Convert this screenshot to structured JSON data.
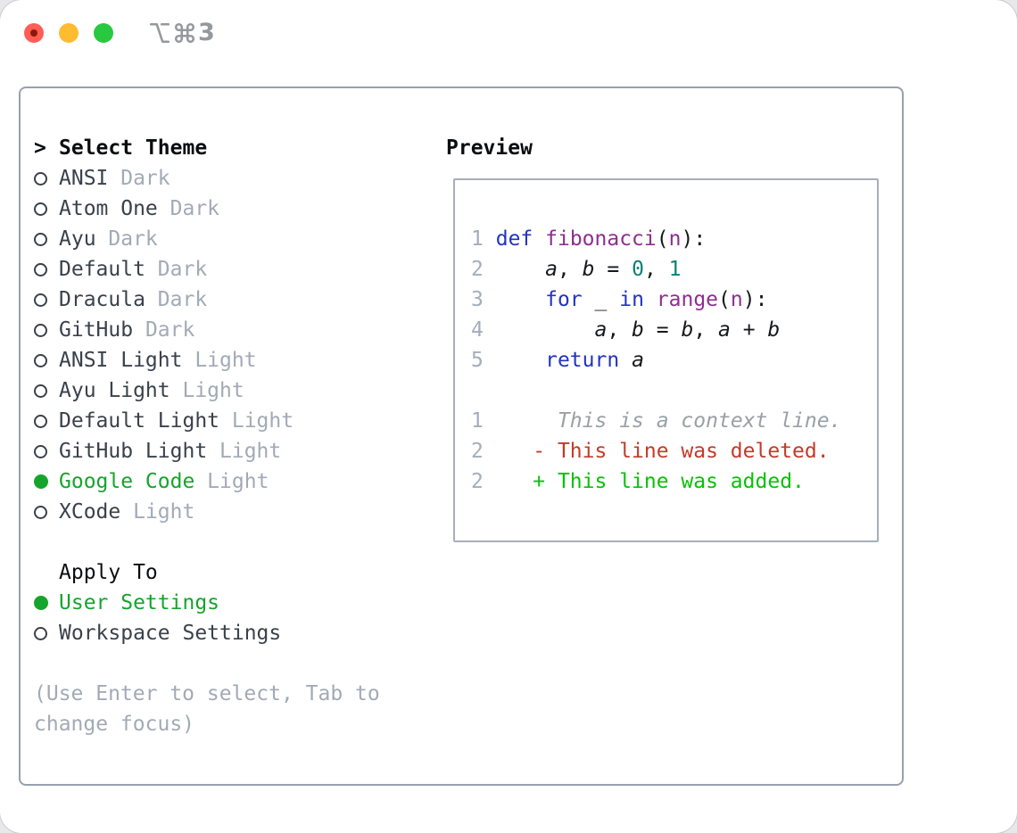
{
  "window": {
    "title_shortcut_digit": "3",
    "title_icons": [
      "option-key-icon",
      "command-key-icon"
    ]
  },
  "theme_selector": {
    "header_prefix": ">",
    "header_label": "Select Theme",
    "themes": [
      {
        "name": "ANSI",
        "variant": "Dark",
        "selected": false
      },
      {
        "name": "Atom One",
        "variant": "Dark",
        "selected": false
      },
      {
        "name": "Ayu",
        "variant": "Dark",
        "selected": false
      },
      {
        "name": "Default",
        "variant": "Dark",
        "selected": false
      },
      {
        "name": "Dracula",
        "variant": "Dark",
        "selected": false
      },
      {
        "name": "GitHub",
        "variant": "Dark",
        "selected": false
      },
      {
        "name": "ANSI Light",
        "variant": "Light",
        "selected": false
      },
      {
        "name": "Ayu Light",
        "variant": "Light",
        "selected": false
      },
      {
        "name": "Default Light",
        "variant": "Light",
        "selected": false
      },
      {
        "name": "GitHub Light",
        "variant": "Light",
        "selected": false
      },
      {
        "name": "Google Code",
        "variant": "Light",
        "selected": true
      },
      {
        "name": "XCode",
        "variant": "Light",
        "selected": false
      }
    ],
    "apply_to_label": "Apply To",
    "apply_to_options": [
      {
        "label": "User Settings",
        "selected": true
      },
      {
        "label": "Workspace Settings",
        "selected": false
      }
    ],
    "hint_line1": "(Use Enter to select, Tab to",
    "hint_line2": "change focus)"
  },
  "preview": {
    "label": "Preview",
    "code_lines": [
      [
        {
          "t": "1",
          "c": "ln"
        },
        {
          "t": " ",
          "c": "pl"
        },
        {
          "t": "def",
          "c": "kw"
        },
        {
          "t": " ",
          "c": "pl"
        },
        {
          "t": "fibonacci",
          "c": "fn"
        },
        {
          "t": "(",
          "c": "pl"
        },
        {
          "t": "n",
          "c": "fn"
        },
        {
          "t": "):",
          "c": "pl"
        }
      ],
      [
        {
          "t": "2",
          "c": "ln"
        },
        {
          "t": "     ",
          "c": "pl"
        },
        {
          "t": "a",
          "c": "var"
        },
        {
          "t": ", ",
          "c": "pl"
        },
        {
          "t": "b",
          "c": "var"
        },
        {
          "t": " = ",
          "c": "pl"
        },
        {
          "t": "0",
          "c": "num"
        },
        {
          "t": ", ",
          "c": "pl"
        },
        {
          "t": "1",
          "c": "num"
        }
      ],
      [
        {
          "t": "3",
          "c": "ln"
        },
        {
          "t": "     ",
          "c": "pl"
        },
        {
          "t": "for",
          "c": "kw"
        },
        {
          "t": " ",
          "c": "pl"
        },
        {
          "t": "_",
          "c": "var"
        },
        {
          "t": " ",
          "c": "pl"
        },
        {
          "t": "in",
          "c": "kw"
        },
        {
          "t": " ",
          "c": "pl"
        },
        {
          "t": "range",
          "c": "fn"
        },
        {
          "t": "(",
          "c": "pl"
        },
        {
          "t": "n",
          "c": "fn"
        },
        {
          "t": "):",
          "c": "pl"
        }
      ],
      [
        {
          "t": "4",
          "c": "ln"
        },
        {
          "t": "         ",
          "c": "pl"
        },
        {
          "t": "a",
          "c": "var"
        },
        {
          "t": ", ",
          "c": "pl"
        },
        {
          "t": "b",
          "c": "var"
        },
        {
          "t": " = ",
          "c": "pl"
        },
        {
          "t": "b",
          "c": "var"
        },
        {
          "t": ", ",
          "c": "pl"
        },
        {
          "t": "a",
          "c": "var"
        },
        {
          "t": " + ",
          "c": "pl"
        },
        {
          "t": "b",
          "c": "var"
        }
      ],
      [
        {
          "t": "5",
          "c": "ln"
        },
        {
          "t": "     ",
          "c": "pl"
        },
        {
          "t": "return",
          "c": "kw"
        },
        {
          "t": " ",
          "c": "pl"
        },
        {
          "t": "a",
          "c": "var"
        }
      ],
      [],
      [
        {
          "t": "1",
          "c": "ln"
        },
        {
          "t": "      ",
          "c": "pl"
        },
        {
          "t": "This is a context line.",
          "c": "ctx"
        }
      ],
      [
        {
          "t": "2",
          "c": "ln"
        },
        {
          "t": "    ",
          "c": "pl"
        },
        {
          "t": "- This line was deleted.",
          "c": "del"
        }
      ],
      [
        {
          "t": "2",
          "c": "ln"
        },
        {
          "t": "    ",
          "c": "pl"
        },
        {
          "t": "+ This line was added.",
          "c": "add"
        }
      ]
    ]
  },
  "colors": {
    "close_red": "#ff5d55",
    "close_dot": "#8c180c",
    "minimize_yellow": "#febc2e",
    "zoom_green": "#28c840",
    "title_gray": "#95989d",
    "panel_border": "#98a0ac",
    "preview_border": "#a9aeb9",
    "text_black": "#0b0d0f",
    "text_dark": "#3a414b",
    "muted": "#a2aab6",
    "accent_green": "#16a42c",
    "lineno": "#a4adbb",
    "keyword_blue": "#2333c2",
    "function_purple": "#8e2e90",
    "number_teal": "#0e7f76",
    "code_plain": "#16181b",
    "context_gray": "#9aa0a4",
    "deleted_red": "#c53a28",
    "added_green": "#09c109"
  }
}
